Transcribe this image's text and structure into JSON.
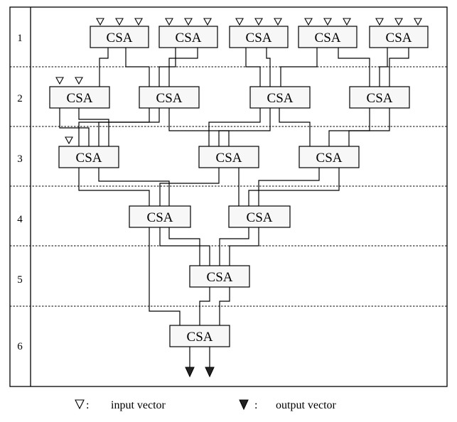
{
  "rows": [
    "1",
    "2",
    "3",
    "4",
    "5",
    "6"
  ],
  "csa_label": "CSA",
  "legend": {
    "input_label": "input vector",
    "output_label": "output vector",
    "separator": ":"
  }
}
